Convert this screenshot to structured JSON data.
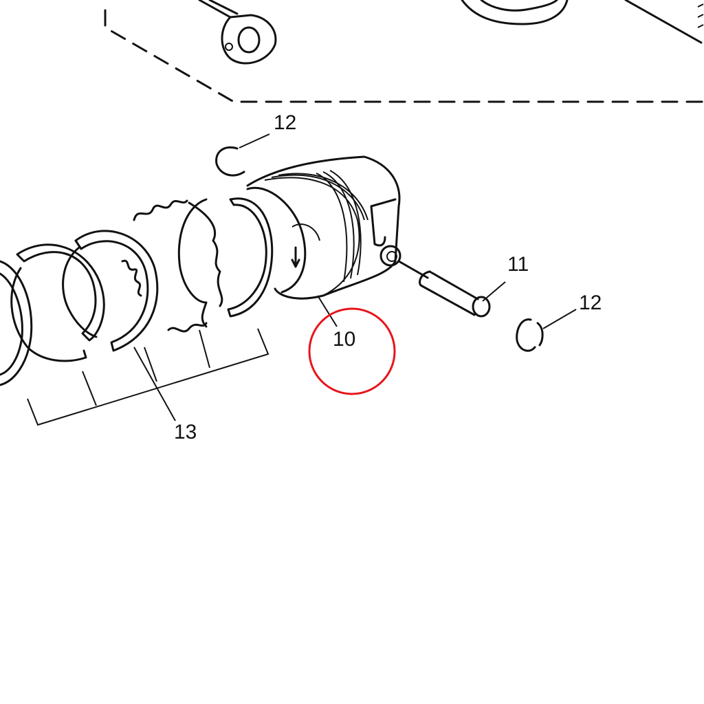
{
  "callouts": {
    "snap_ring_top": "12",
    "piston_pin": "11",
    "snap_ring_right": "12",
    "piston": "10",
    "piston_ring_set": "13"
  },
  "highlight": {
    "target": "10",
    "color": "#e8141b"
  }
}
